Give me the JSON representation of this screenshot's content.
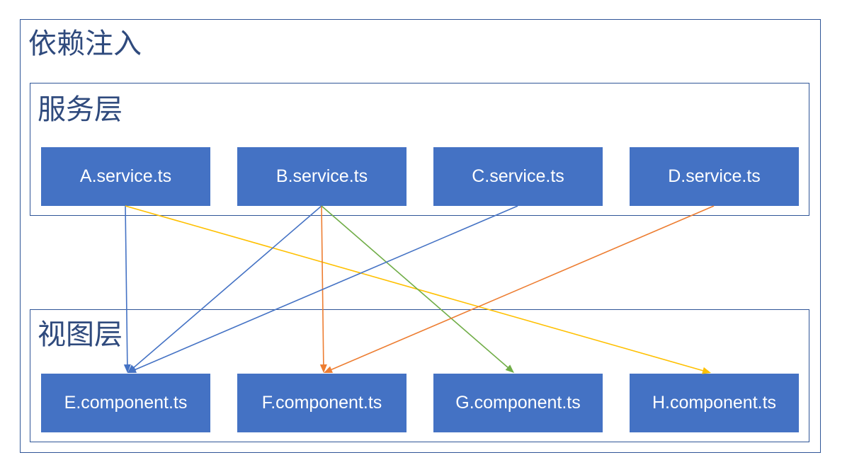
{
  "title": "依赖注入",
  "service_layer": {
    "title": "服务层",
    "services": [
      "A.service.ts",
      "B.service.ts",
      "C.service.ts",
      "D.service.ts"
    ]
  },
  "view_layer": {
    "title": "视图层",
    "components": [
      "E.component.ts",
      "F.component.ts",
      "G.component.ts",
      "H.component.ts"
    ]
  },
  "dependencies": [
    {
      "from": "A.service.ts",
      "to": "E.component.ts",
      "color": "#4472c4"
    },
    {
      "from": "A.service.ts",
      "to": "H.component.ts",
      "color": "#ffc000"
    },
    {
      "from": "B.service.ts",
      "to": "E.component.ts",
      "color": "#4472c4"
    },
    {
      "from": "B.service.ts",
      "to": "F.component.ts",
      "color": "#ed7d31"
    },
    {
      "from": "B.service.ts",
      "to": "G.component.ts",
      "color": "#70ad47"
    },
    {
      "from": "C.service.ts",
      "to": "E.component.ts",
      "color": "#4472c4"
    },
    {
      "from": "D.service.ts",
      "to": "F.component.ts",
      "color": "#ed7d31"
    }
  ]
}
